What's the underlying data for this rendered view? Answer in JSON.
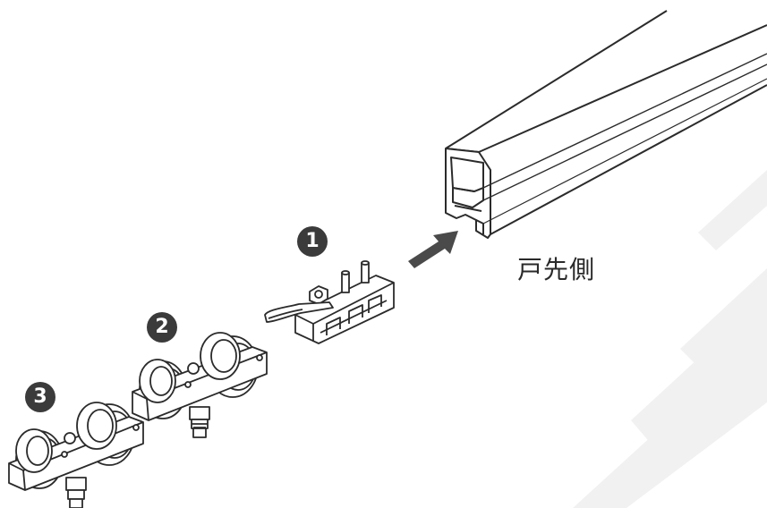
{
  "diagram": {
    "badges": [
      {
        "id": "1",
        "label": "1"
      },
      {
        "id": "2",
        "label": "2"
      },
      {
        "id": "3",
        "label": "3"
      }
    ],
    "side_label": "戸先側",
    "colors": {
      "line": "#2b2b2b",
      "badge": "#3b3b3b",
      "arrow": "#4a4a4a",
      "watermark": "#f0f0f0"
    }
  }
}
